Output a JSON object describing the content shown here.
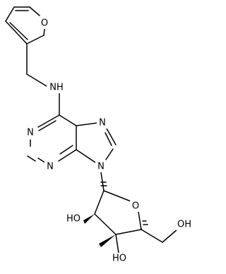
{
  "structure": {
    "atoms": {
      "furan_o": "O",
      "amine": "NH",
      "n7": "N",
      "n1": "N",
      "n3": "N",
      "n9": "N",
      "ring_o": "O",
      "oh_top": "HO",
      "oh_bottom": "HO",
      "oh_right": "OH"
    }
  },
  "colors": {
    "bond": "#000000",
    "background": "#ffffff"
  }
}
